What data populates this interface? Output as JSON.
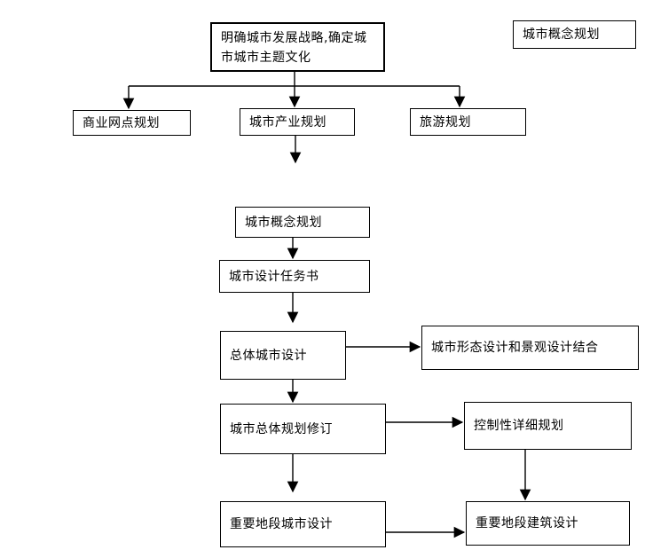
{
  "diagram": {
    "nodes": {
      "strategy": {
        "label": "明确城市发展战略,确定城市城市主题文化"
      },
      "concept_top": {
        "label": "城市概念规划"
      },
      "commercial": {
        "label": "商业网点规划"
      },
      "industry": {
        "label": "城市产业规划"
      },
      "tourism": {
        "label": "旅游规划"
      },
      "concept_mid": {
        "label": "城市概念规划"
      },
      "taskbook": {
        "label": "城市设计任务书"
      },
      "overall": {
        "label": "总体城市设计"
      },
      "morphology": {
        "label": "城市形态设计和景观设计结合"
      },
      "revision": {
        "label": "城市总体规划修订"
      },
      "control": {
        "label": "控制性详细规划"
      },
      "key_urban": {
        "label": "重要地段城市设计"
      },
      "key_arch": {
        "label": "重要地段建筑设计"
      }
    },
    "colors": {
      "line": "#000000",
      "text": "#000000",
      "background": "#ffffff",
      "box_fill": "#ffffff"
    }
  }
}
